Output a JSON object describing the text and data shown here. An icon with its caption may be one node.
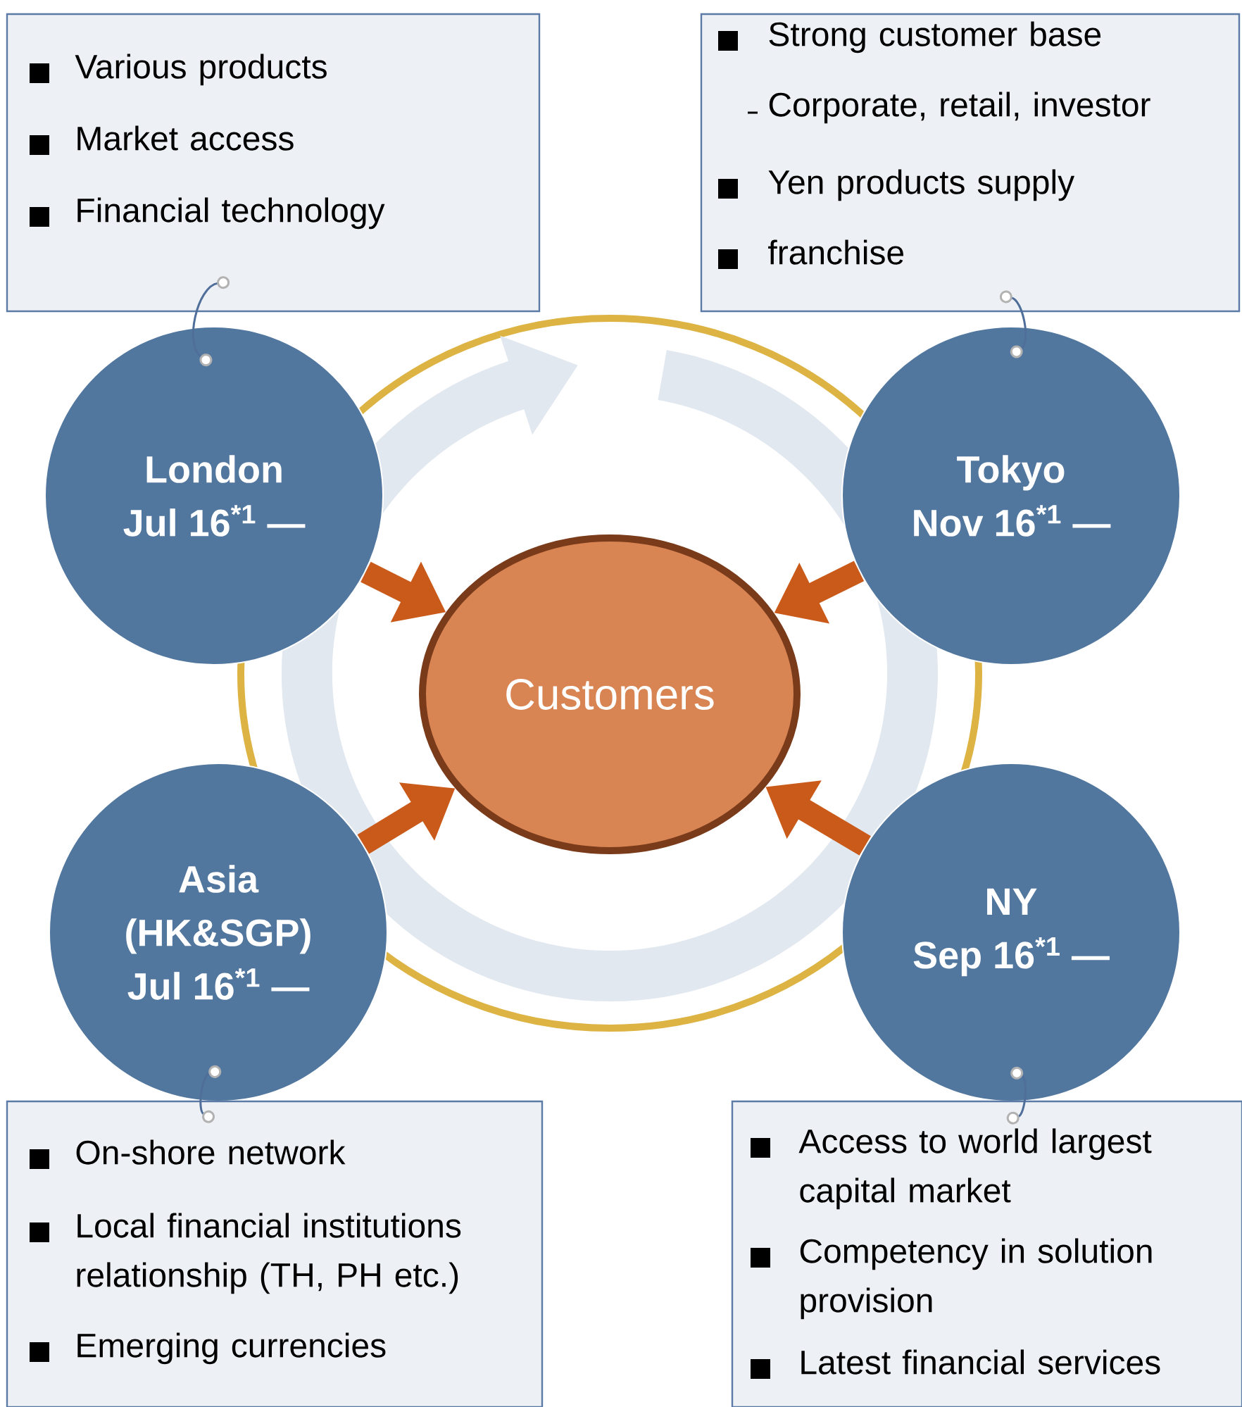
{
  "diagram": {
    "nodes": [
      {
        "text": [
          "Various products",
          "Market access",
          "Financial technology"
        ]
      },
      {
        "text": [
          "Strong customer base",
          "Corporate, retail, investor",
          "Yen products supply",
          "franchise"
        ]
      },
      {
        "text": [
          "London",
          "Jul 16$^{*1}$ —"
        ]
      },
      {
        "text": [
          "Tokyo",
          "Nov 16$^{*1}$ —"
        ]
      },
      {
        "text": [
          "Customers"
        ]
      },
      {
        "text": [
          "Asia",
          "(HK&SGP)",
          "Jul 16$^{*1}$ —"
        ]
      },
      {
        "text": [
          "NY",
          "Sep 16$^{*1}$ —"
        ]
      },
      {
        "text": [
          "On-shore network",
          "Local financial institutions relationship (TH, PH etc.)",
          "Emerging currencies"
        ]
      },
      {
        "text": [
          "Access to world largest capital market",
          "Competency in solution provision",
          "Latest financial services"
        ]
      }
    ],
    "edges": [
      {
        "from": 0,
        "to": 2,
        "arrow": "other"
      },
      {
        "from": 1,
        "to": 3,
        "arrow": "other"
      },
      {
        "from": 5,
        "to": 7,
        "arrow": "other"
      },
      {
        "from": 6,
        "to": 8,
        "arrow": "other"
      },
      {
        "from": 2,
        "to": 4,
        "arrow": "to",
        "style": "thick",
        "color": "#c95a1a"
      },
      {
        "from": 3,
        "to": 4,
        "arrow": "to",
        "style": "thick",
        "color": "#c95a1a"
      },
      {
        "from": 5,
        "to": 4,
        "arrow": "to",
        "style": "thick",
        "color": "#c95a1a"
      },
      {
        "from": 6,
        "to": 4,
        "arrow": "to",
        "style": "thick",
        "color": "#c95a1a"
      }
    ]
  }
}
